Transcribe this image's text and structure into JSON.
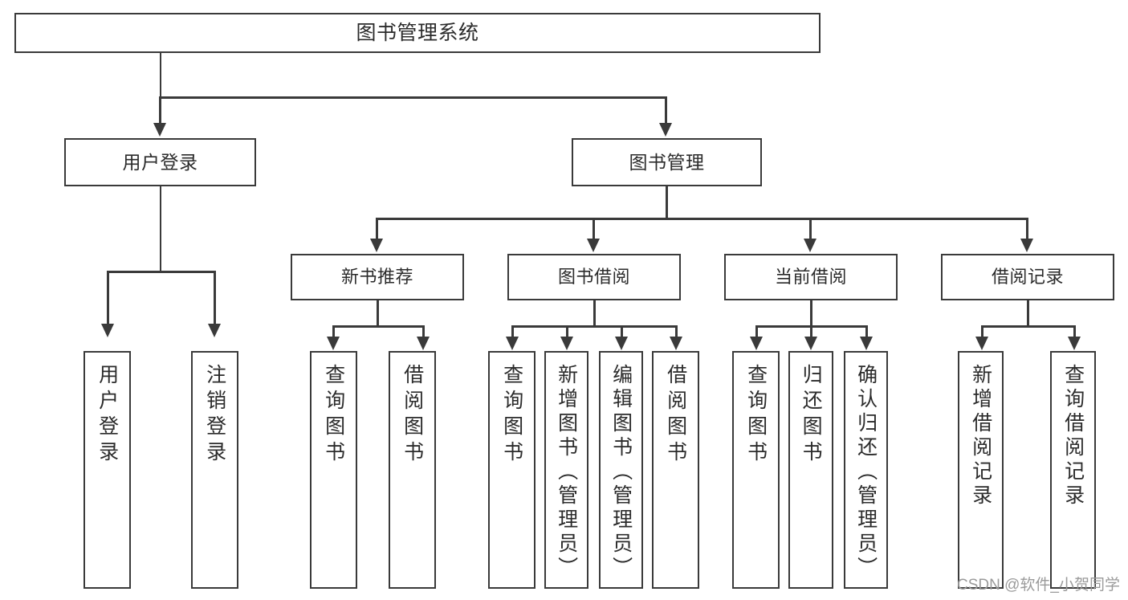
{
  "diagram": {
    "type": "tree",
    "title": "图书管理系统",
    "root": {
      "label": "图书管理系统"
    },
    "level2": [
      {
        "label": "用户登录"
      },
      {
        "label": "图书管理"
      }
    ],
    "level3": [
      {
        "label": "新书推荐"
      },
      {
        "label": "图书借阅"
      },
      {
        "label": "当前借阅"
      },
      {
        "label": "借阅记录"
      }
    ],
    "leaves": {
      "user_login": [
        {
          "label": "用户登录"
        },
        {
          "label": "注销登录"
        }
      ],
      "new_book_recommend": [
        {
          "label": "查询图书"
        },
        {
          "label": "借阅图书"
        }
      ],
      "book_borrow": [
        {
          "label": "查询图书"
        },
        {
          "label": "新增图书（管理员）"
        },
        {
          "label": "编辑图书（管理员）"
        },
        {
          "label": "借阅图书"
        }
      ],
      "current_borrow": [
        {
          "label": "查询图书"
        },
        {
          "label": "归还图书"
        },
        {
          "label": "确认归还（管理员）"
        }
      ],
      "borrow_record": [
        {
          "label": "新增借阅记录"
        },
        {
          "label": "查询借阅记录"
        }
      ]
    }
  },
  "watermark": {
    "text": "CSDN @软件_小贺同学"
  },
  "colors": {
    "border": "#3a3a3a",
    "text": "#2b2b2b",
    "background": "#ffffff",
    "watermark": "#9a9a9a"
  }
}
